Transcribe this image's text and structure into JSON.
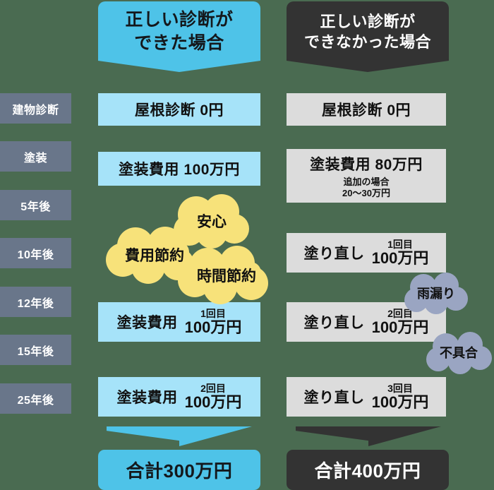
{
  "palette": {
    "background": "#4a6b51",
    "accent_blue": "#4ec3e8",
    "light_blue": "#a6e3f9",
    "dark_gray": "#333333",
    "light_gray": "#dcdcdc",
    "rail_gray": "#69768a",
    "cloud_yellow": "#f7e27a",
    "cloud_grayblue": "#9aa5c2"
  },
  "headers": {
    "good": {
      "line1": "正しい診断が",
      "line2": "できた場合"
    },
    "bad": {
      "line1": "正しい診断が",
      "line2": "できなかった場合"
    }
  },
  "timeline": [
    {
      "label": "建物診断"
    },
    {
      "label": "塗装"
    },
    {
      "label": "5年後"
    },
    {
      "label": "10年後"
    },
    {
      "label": "12年後"
    },
    {
      "label": "15年後"
    },
    {
      "label": "25年後"
    }
  ],
  "good_column": {
    "rows": [
      {
        "main": "屋根診断  0円"
      },
      {
        "main": "塗装費用  100万円"
      },
      {
        "main": "塗装費用",
        "count": "1回目",
        "amount": "100万円"
      },
      {
        "main": "塗装費用",
        "count": "2回目",
        "amount": "100万円"
      }
    ],
    "total": "合計300万円"
  },
  "bad_column": {
    "rows": [
      {
        "main": "屋根診断  0円"
      },
      {
        "main": "塗装費用  80万円",
        "sub1": "追加の場合",
        "sub2": "20〜30万円"
      },
      {
        "main": "塗り直し",
        "count": "1回目",
        "amount": "100万円"
      },
      {
        "main": "塗り直し",
        "count": "2回目",
        "amount": "100万円"
      },
      {
        "main": "塗り直し",
        "count": "3回目",
        "amount": "100万円"
      }
    ],
    "total": "合計400万円"
  },
  "benefit_clouds": [
    {
      "label": "安心"
    },
    {
      "label": "費用節約"
    },
    {
      "label": "時間節約"
    }
  ],
  "problem_clouds": [
    {
      "label": "雨漏り"
    },
    {
      "label": "不具合"
    }
  ]
}
